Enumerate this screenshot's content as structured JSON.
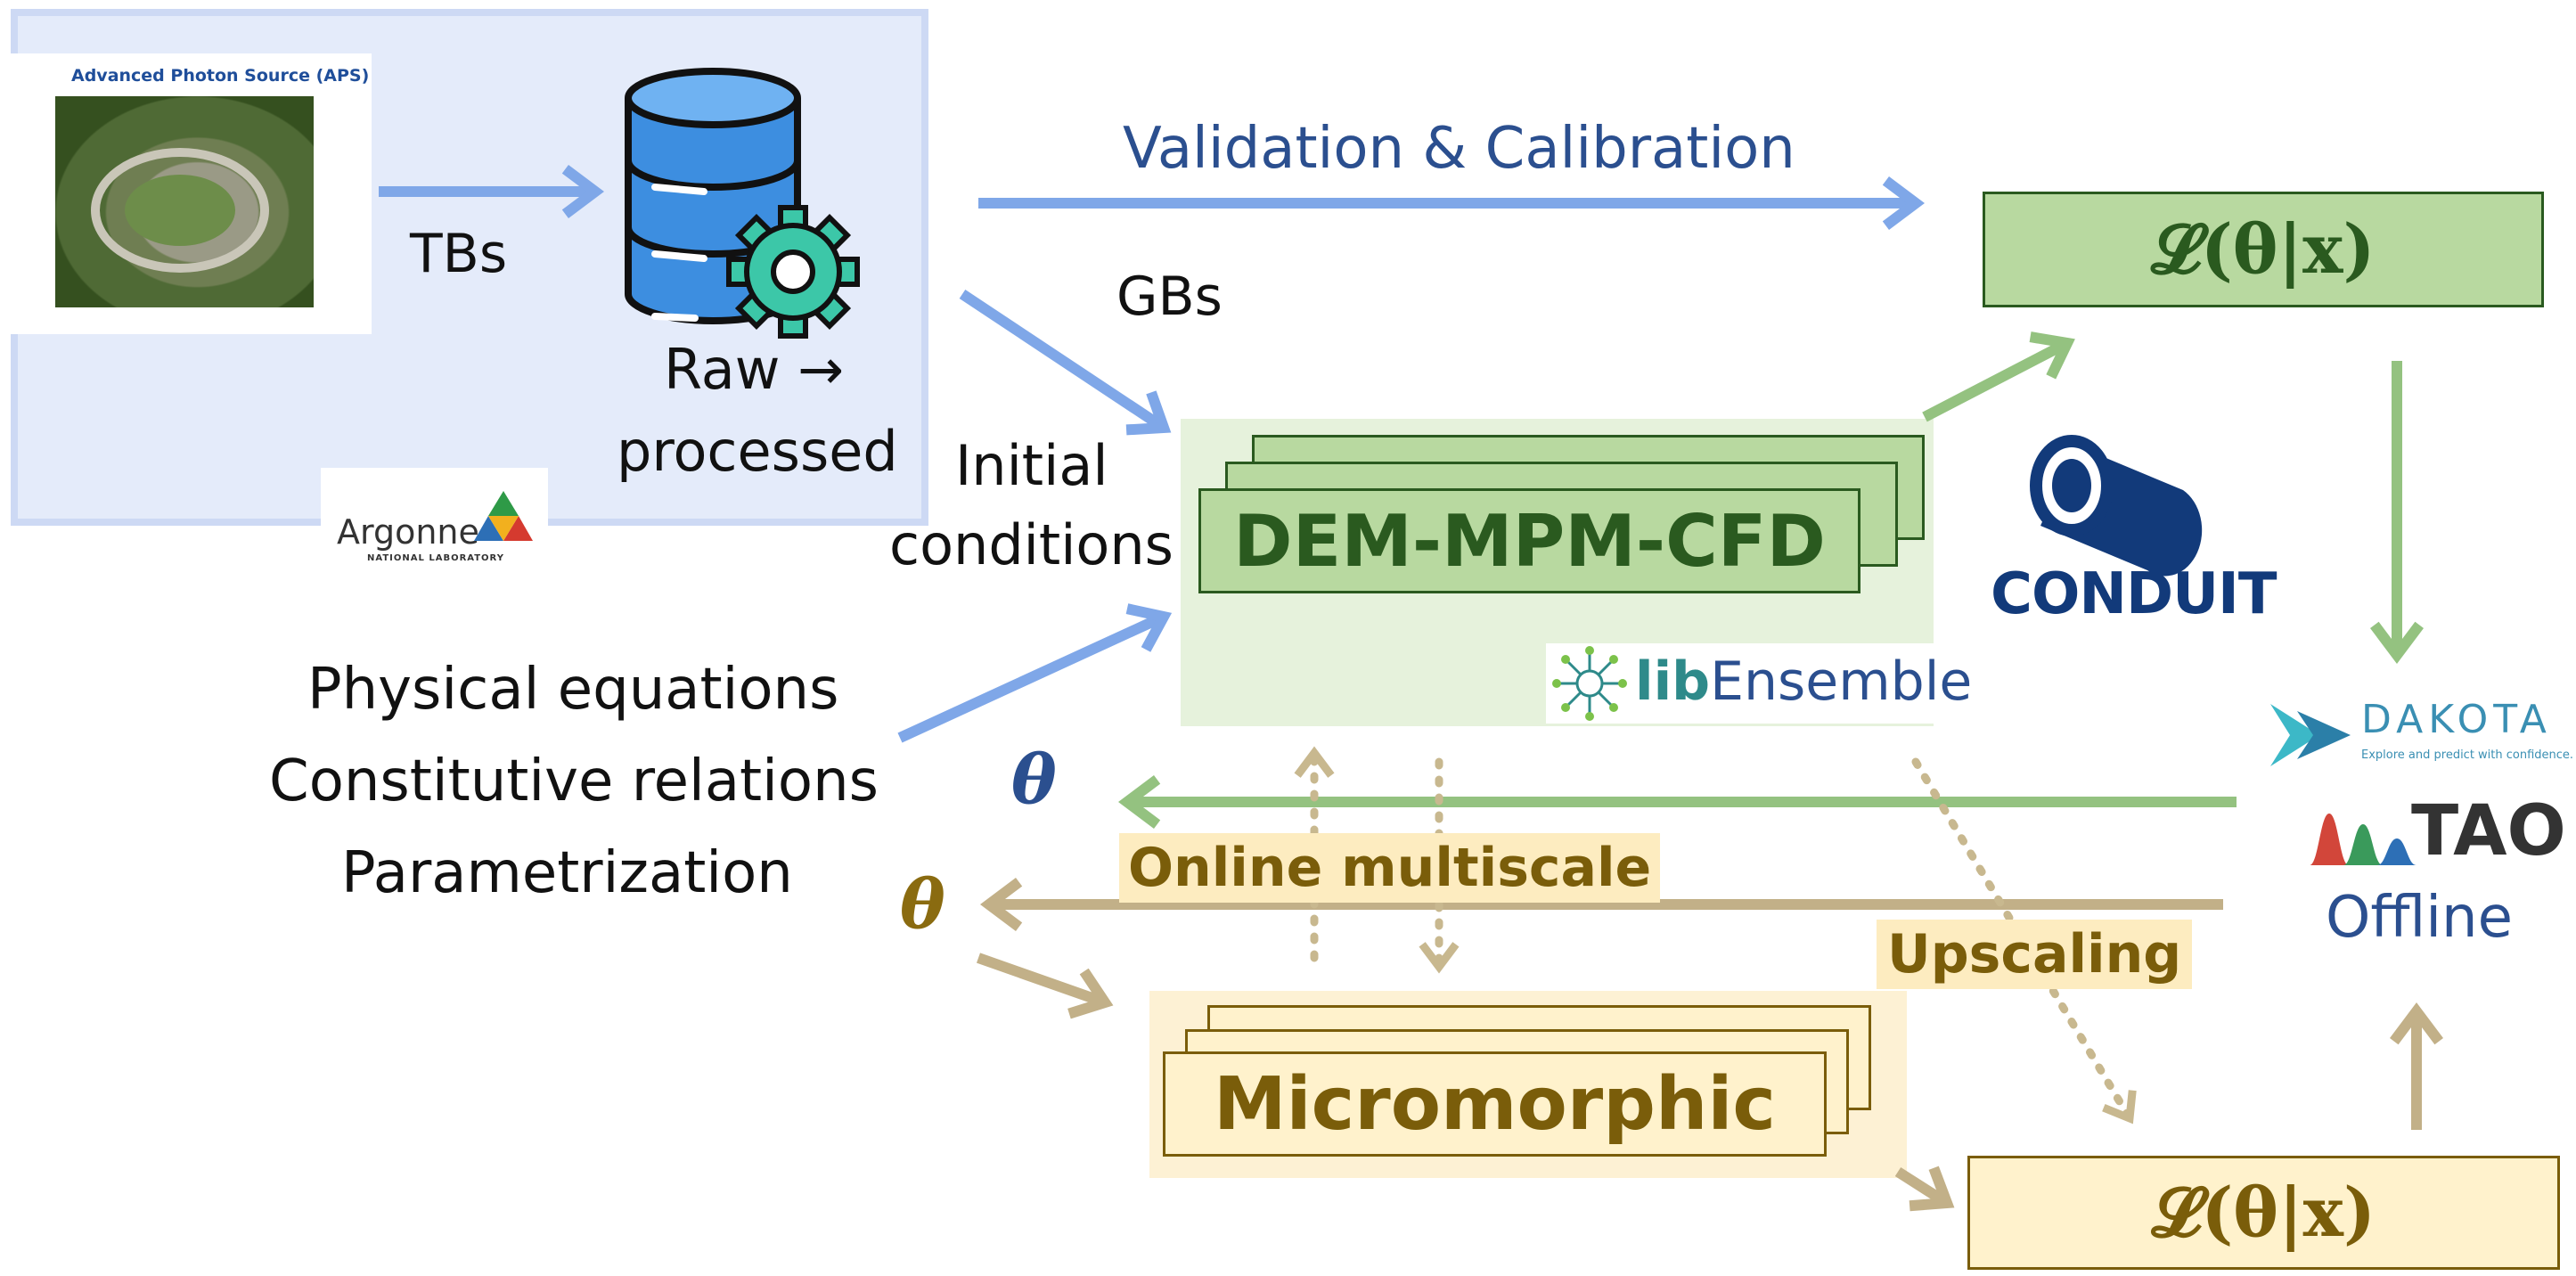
{
  "aps_card": {
    "title": "Advanced Photon Source (APS)"
  },
  "argonne": {
    "name": "Argonne",
    "sub": "NATIONAL LABORATORY"
  },
  "labels": {
    "tbs": "TBs",
    "raw": "Raw →",
    "processed": "processed",
    "validation": "Validation & Calibration",
    "gbs": "GBs",
    "initial": "Initial",
    "conditions": "conditions",
    "physical": "Physical equations",
    "constitutive": "Constitutive relations",
    "parametrization": "Parametrization",
    "online": "Online multiscale",
    "upscaling": "Upscaling",
    "offline": "Offline",
    "theta": "θ"
  },
  "models": {
    "dem": "DEM-MPM-CFD",
    "micro": "Micromorphic"
  },
  "likelihood": {
    "top": "𝓛(θ|x)",
    "bottom": "𝓛(θ|x)"
  },
  "logos": {
    "conduit": "CONDUIT",
    "libensemble_lib": "lib",
    "libensemble_rest": "Ensemble",
    "dakota": "DAKOTA",
    "dakota_tagline": "Explore and predict with confidence.",
    "tao": "TAO"
  },
  "colors": {
    "blue_arrow": "#7fa7e8",
    "green_arrow": "#94c280",
    "gold_arrow": "#c2b088",
    "green_box": "#b8d9a0",
    "gold_box": "#fff2cc",
    "blue_region": "#e3eafa"
  }
}
